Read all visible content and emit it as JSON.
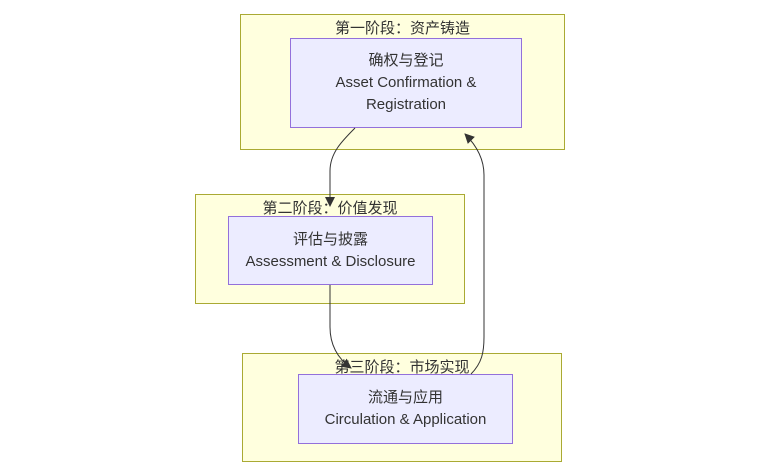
{
  "diagram": {
    "type": "flowchart",
    "colors": {
      "cluster_fill": "#ffffde",
      "cluster_border": "#aaaa33",
      "node_fill": "#ECECFF",
      "node_border": "#9370DB",
      "edge": "#333333",
      "text": "#333333"
    },
    "stages": [
      {
        "title": "第一阶段：资产铸造",
        "node_lines": [
          "确权与登记",
          "Asset Confirmation &",
          "Registration"
        ]
      },
      {
        "title": "第二阶段：价值发现",
        "node_lines": [
          "评估与披露",
          "Assessment & Disclosure"
        ]
      },
      {
        "title": "第三阶段：市场实现",
        "node_lines": [
          "流通与应用",
          "Circulation & Application"
        ]
      }
    ],
    "edges": [
      {
        "from": "确权与登记 Asset Confirmation & Registration",
        "to": "评估与披露 Assessment & Disclosure"
      },
      {
        "from": "评估与披露 Assessment & Disclosure",
        "to": "流通与应用 Circulation & Application"
      },
      {
        "from": "流通与应用 Circulation & Application",
        "to": "确权与登记 Asset Confirmation & Registration"
      }
    ]
  }
}
